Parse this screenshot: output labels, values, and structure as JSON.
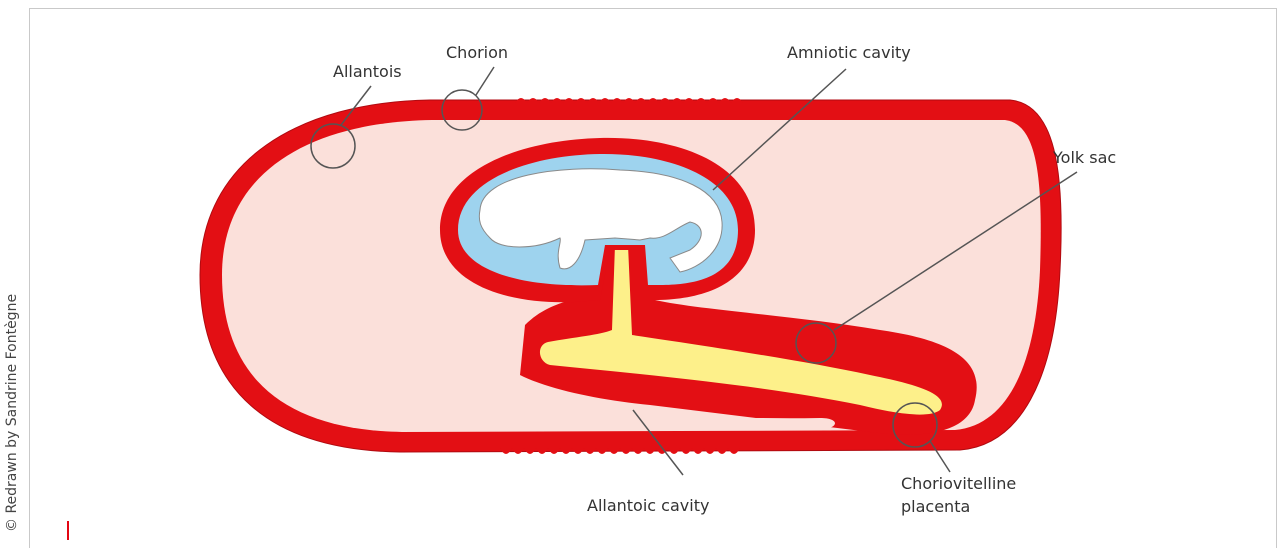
{
  "credit": "© Redrawn by Sandrine Fontègne",
  "labels": {
    "allantois": "Allantois",
    "chorion": "Chorion",
    "amniotic_cavity": "Amniotic cavity",
    "yolk_sac": "Yolk sac",
    "allantoic_cavity": "Allantoic cavity",
    "choriovitelline_line1": "Choriovitelline",
    "choriovitelline_line2": "placenta"
  },
  "colors": {
    "membrane_red": "#e30f14",
    "membrane_dark": "#a9050b",
    "allantoic_fill": "#fbe0da",
    "amniotic_fluid": "#9ed3ee",
    "yolk": "#fdf08a",
    "leader_line": "#555555"
  }
}
